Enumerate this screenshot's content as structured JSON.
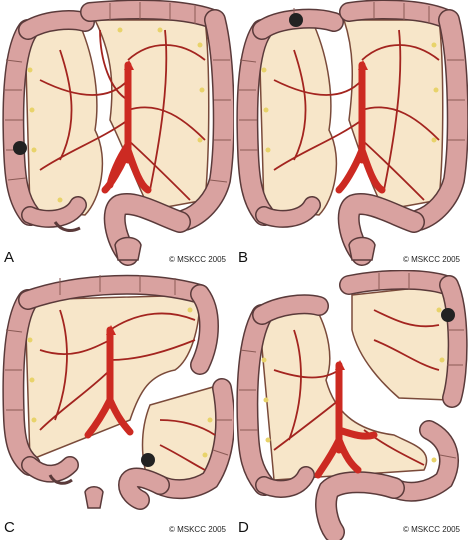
{
  "credit": "© MSKCC 2005",
  "panels": [
    {
      "letter": "A"
    },
    {
      "letter": "B"
    },
    {
      "letter": "C"
    },
    {
      "letter": "D"
    }
  ],
  "colors": {
    "colon": "#d9a2a0",
    "colon_outline": "#5a3a3a",
    "mesentery": "#f7e6c9",
    "vessel": "#a3241f",
    "aorta": "#cc2a22",
    "lymph_node": "#e8d36a",
    "tumor": "#222222"
  }
}
